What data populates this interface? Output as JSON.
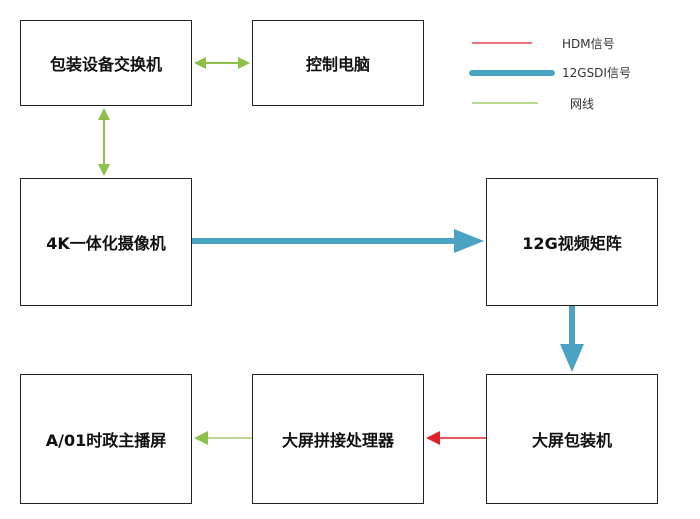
{
  "colors": {
    "hdmi_red": "#e0202a",
    "sdi_blue": "#4aa3c2",
    "network_green": "#8cc04a"
  },
  "nodes": {
    "switch": "包装设备交换机",
    "pc": "控制电脑",
    "camera": "4K一体化摄像机",
    "matrix": "12G视频矩阵",
    "pack": "大屏包装机",
    "proc": "大屏拼接处理器",
    "display": "A/01时政主播屏"
  },
  "legend": {
    "hdmi": "HDM信号",
    "sdi": "12GSDI信号",
    "network": "网线"
  },
  "edges": [
    {
      "from": "switch",
      "to": "pc",
      "type": "network",
      "bidirectional": true
    },
    {
      "from": "switch",
      "to": "camera",
      "type": "network",
      "bidirectional": true
    },
    {
      "from": "camera",
      "to": "matrix",
      "type": "sdi"
    },
    {
      "from": "matrix",
      "to": "pack",
      "type": "sdi"
    },
    {
      "from": "pack",
      "to": "proc",
      "type": "hdmi"
    },
    {
      "from": "proc",
      "to": "display",
      "type": "network"
    }
  ]
}
